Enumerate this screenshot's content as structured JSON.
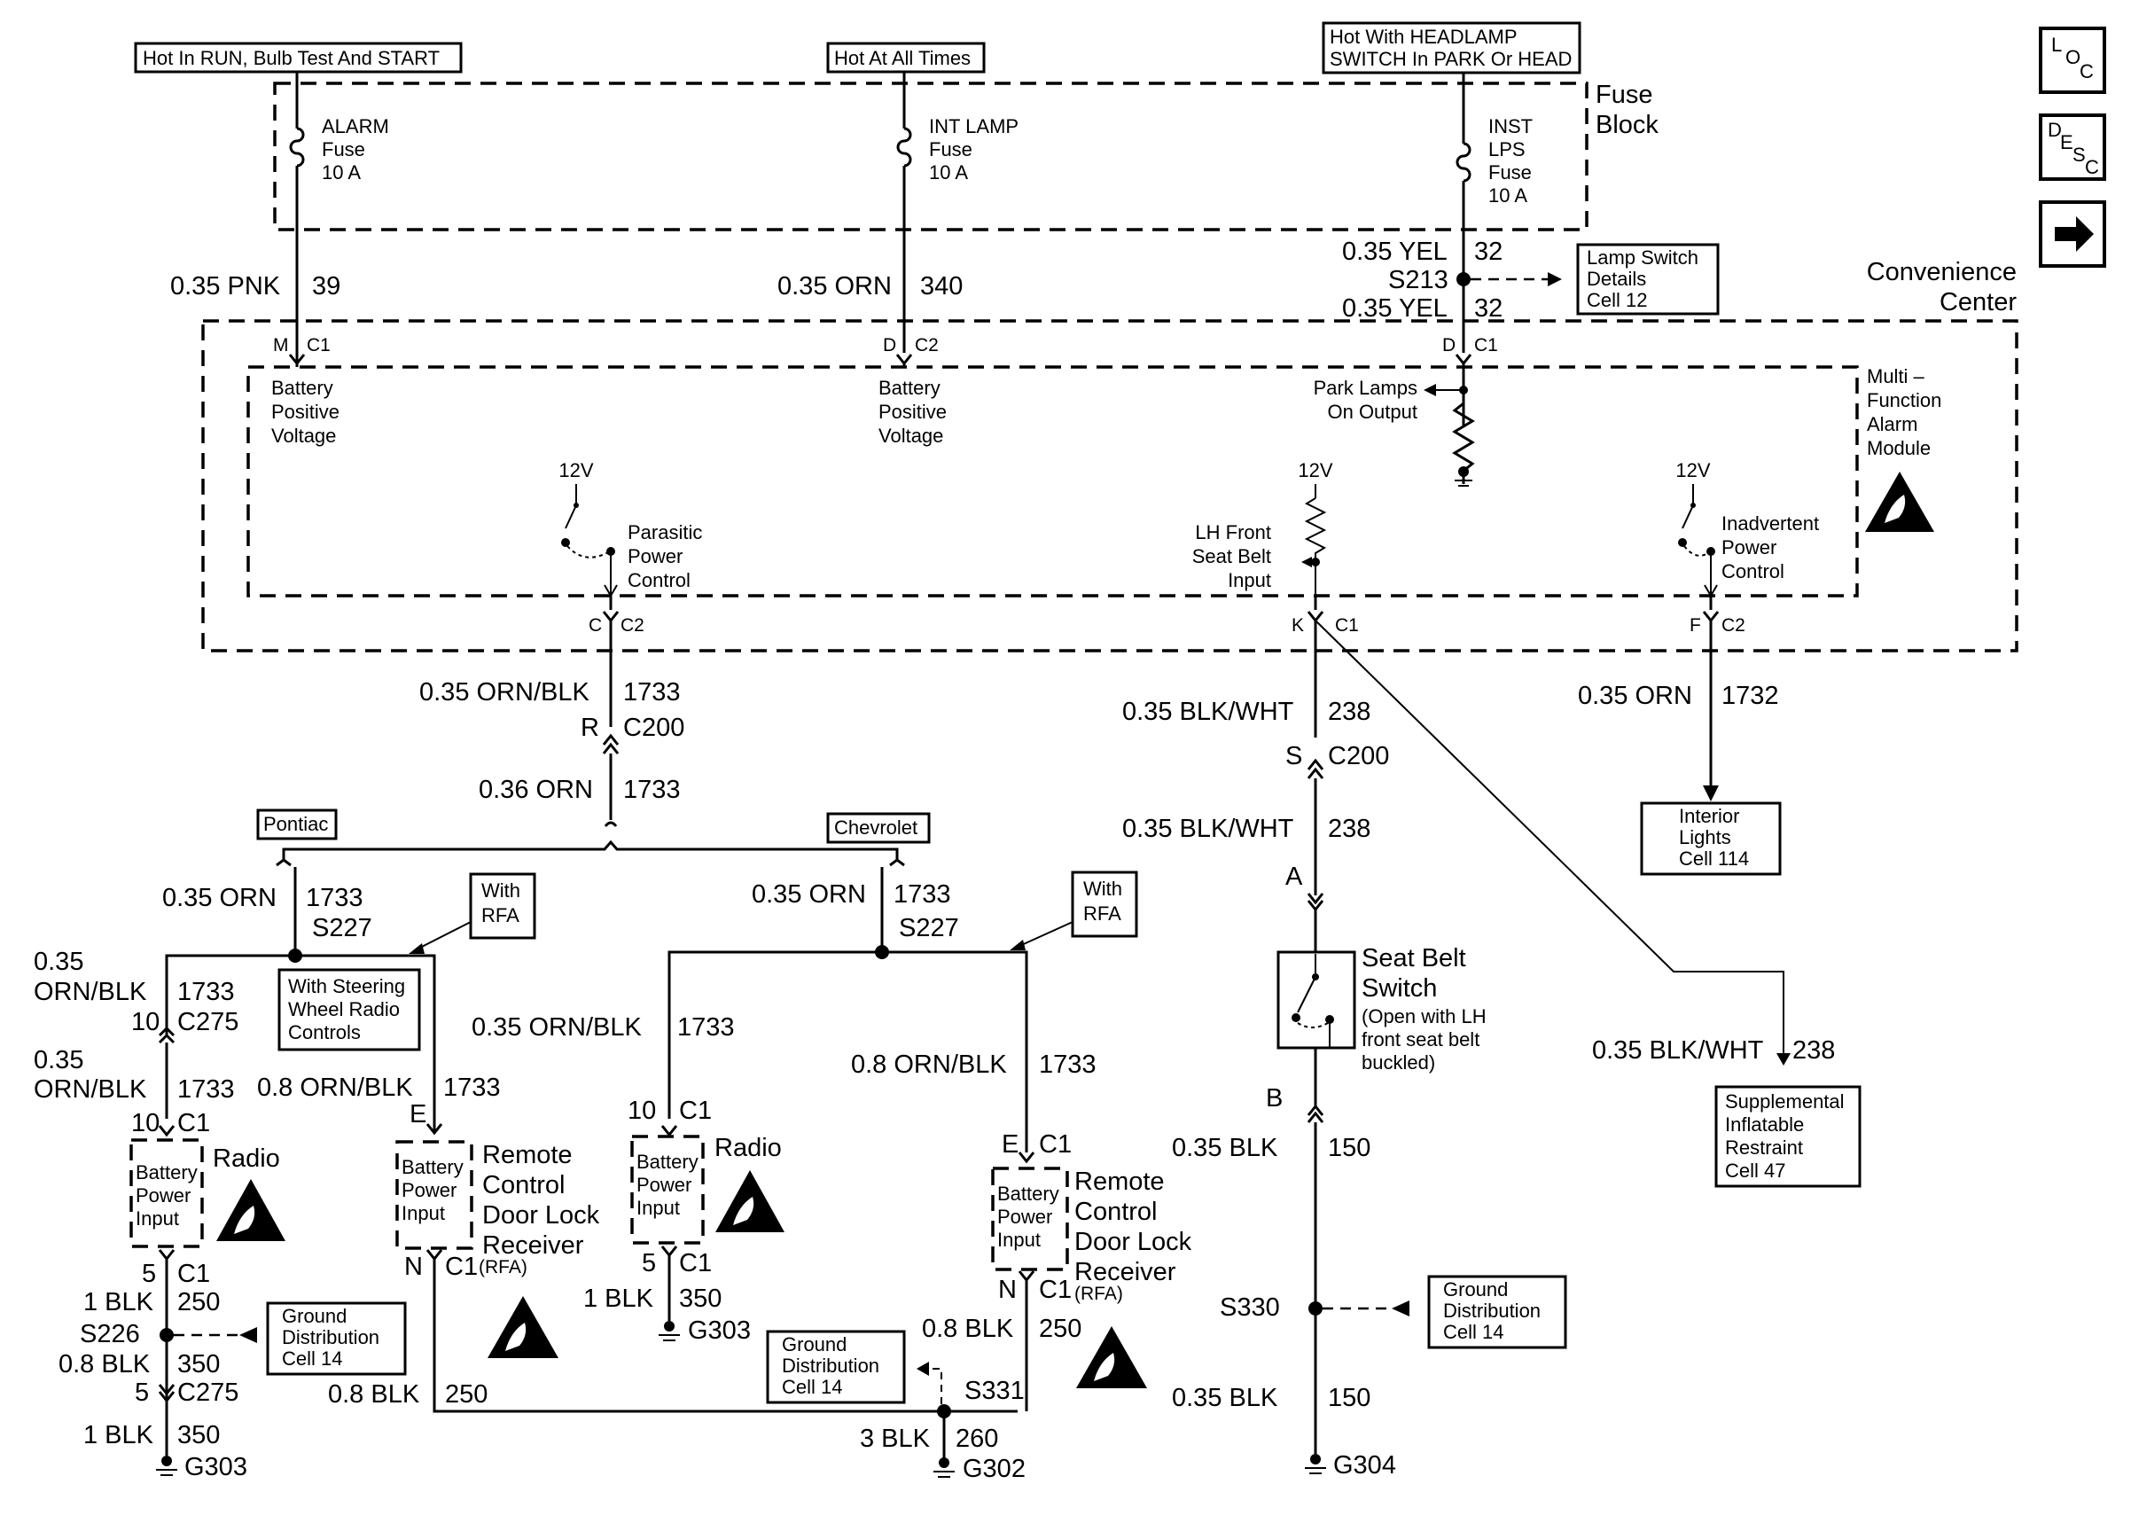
{
  "power_feeds": {
    "run": "Hot In RUN, Bulb Test And START",
    "all_times": "Hot At All Times",
    "headlamp_1": "Hot With HEADLAMP",
    "headlamp_2": "SWITCH In PARK Or HEAD"
  },
  "fuse_block": {
    "title_1": "Fuse",
    "title_2": "Block",
    "alarm": [
      "ALARM",
      "Fuse",
      "10 A"
    ],
    "int_lamp": [
      "INT LAMP",
      "Fuse",
      "10 A"
    ],
    "inst_lps": [
      "INST",
      "LPS",
      "Fuse",
      "10 A"
    ]
  },
  "convenience_center": {
    "title_1": "Convenience",
    "title_2": "Center"
  },
  "module": {
    "title": [
      "Multi –",
      "Function",
      "Alarm",
      "Module"
    ],
    "bpv_1": [
      "Battery",
      "Positive",
      "Voltage"
    ],
    "bpv_2": [
      "Battery",
      "Positive",
      "Voltage"
    ],
    "park_lamps": [
      "Park Lamps",
      "On Output"
    ],
    "v12": "12V",
    "parasitic": [
      "Parasitic",
      "Power",
      "Control"
    ],
    "lh_front": [
      "LH Front",
      "Seat Belt",
      "Input"
    ],
    "inadvertent": [
      "Inadvertent",
      "Power",
      "Control"
    ]
  },
  "refs": {
    "lamp_switch": [
      "Lamp Switch",
      "Details",
      "Cell 12"
    ],
    "interior_lights": [
      "Interior",
      "Lights",
      "Cell 114"
    ],
    "sir": [
      "Supplemental",
      "Inflatable",
      "Restraint",
      "Cell 47"
    ],
    "ground_dist": [
      "Ground",
      "Distribution",
      "Cell 14"
    ],
    "with_rfa": [
      "With",
      "RFA"
    ],
    "steering": [
      "With Steering",
      "Wheel Radio",
      "Controls"
    ],
    "pontiac": "Pontiac",
    "chevrolet": "Chevrolet"
  },
  "components": {
    "radio": "Radio",
    "bpi": [
      "Battery",
      "Power",
      "Input"
    ],
    "rcdl": [
      "Remote",
      "Control",
      "Door Lock",
      "Receiver"
    ],
    "seat_belt": [
      "Seat Belt",
      "Switch"
    ],
    "seat_belt_note": [
      "(Open with LH",
      "front seat belt",
      "buckled)"
    ]
  },
  "circuits": {
    "pnk": "0.35 PNK",
    "c39": "39",
    "orn": "0.35 ORN",
    "c340": "340",
    "yel": "0.35 YEL",
    "c32": "32",
    "s213": "S213",
    "orn_blk": "0.35 ORN/BLK",
    "c1733": "1733",
    "orn036": "0.36 ORN",
    "orn_blk08": "0.8 ORN/BLK",
    "blk_wht": "0.35 BLK/WHT",
    "c238": "238",
    "c1732": "1732",
    "s227": "S227",
    "o035": "0.35",
    "orn_blk_only": "ORN/BLK",
    "blk1": "1 BLK",
    "c250": "250",
    "c350": "350",
    "blk08": "0.8 BLK",
    "blk3": "3 BLK",
    "c260": "260",
    "blk035": "0.35 BLK",
    "c150": "150",
    "s226": "S226",
    "s330": "S330",
    "s331": "S331"
  },
  "connectors": {
    "c1": "C1",
    "c2": "C2",
    "c200": "C200",
    "c275": "C275",
    "m": "M",
    "d": "D",
    "c": "C",
    "k": "K",
    "f": "F",
    "r": "R",
    "s": "S",
    "a": "A",
    "b": "B",
    "e": "E",
    "n": "N",
    "n10": "10",
    "n5": "5",
    "rfa": "(RFA)"
  },
  "grounds": {
    "g303": "G303",
    "g302": "G302",
    "g304": "G304"
  },
  "nav": {
    "loc": [
      "L",
      "O",
      "C"
    ],
    "desc": [
      "D",
      "E",
      "S",
      "C"
    ]
  }
}
